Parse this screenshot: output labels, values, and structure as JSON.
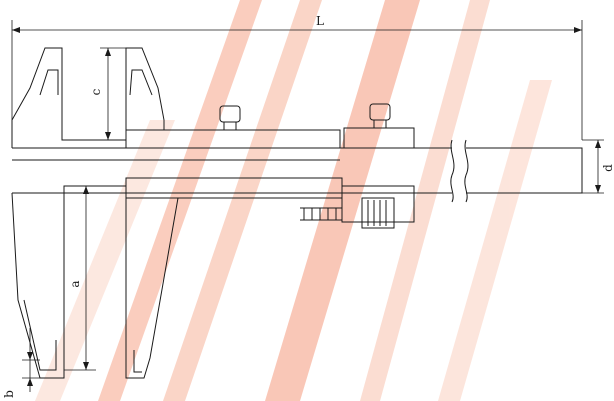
{
  "labels": {
    "overall_length": "L",
    "upper_jaw_depth": "c",
    "beam_thickness": "d",
    "lower_jaw_depth": "a",
    "jaw_tip_width": "b"
  },
  "colors": {
    "line": "#1a1a1a",
    "watermark": "#e8432a"
  }
}
